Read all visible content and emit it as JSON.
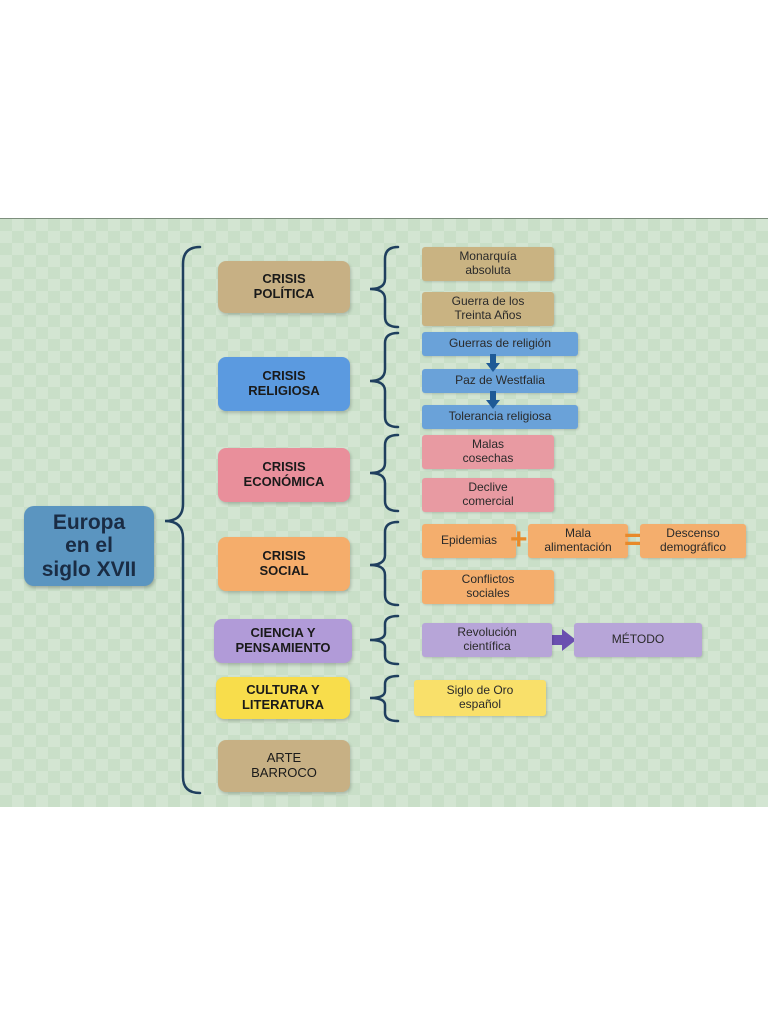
{
  "main_topic": "Europa\nen el\nsiglo XVII",
  "categories": {
    "crisis_politica": "CRISIS\nPOLÍTICA",
    "crisis_religiosa": "CRISIS\nRELIGIOSA",
    "crisis_economica": "CRISIS\nECONÓMICA",
    "crisis_social": "CRISIS\nSOCIAL",
    "ciencia": "CIENCIA Y\nPENSAMIENTO",
    "cultura": "CULTURA Y\nLITERATURA",
    "arte": "ARTE\nBARROCO"
  },
  "items": {
    "monarquia": "Monarquía\nabsoluta",
    "guerra": "Guerra de los\nTreinta Años",
    "guerras_religion": "Guerras de religión",
    "paz": "Paz de Westfalia",
    "tolerancia": "Tolerancia religiosa",
    "malas": "Malas\ncosechas",
    "declive": "Declive\ncomercial",
    "epidemias": "Epidemias",
    "mala_alim": "Mala\nalimentación",
    "descenso": "Descenso\ndemográfico",
    "conflictos": "Conflictos\nsociales",
    "revolucion": "Revolución\ncientífica",
    "metodo": "MÉTODO",
    "siglo_oro": "Siglo de Oro\nespañol"
  },
  "operators": {
    "plus": "+",
    "equals": "="
  },
  "colors": {
    "background": "#c9dfc8",
    "brace": "#1f3f5e",
    "tan": "#c9b382",
    "blue": "#6aa2d9",
    "pink": "#e89aa2",
    "orange": "#f4ae6d",
    "purple": "#b7a5d8",
    "yellow": "#f9e06a"
  }
}
